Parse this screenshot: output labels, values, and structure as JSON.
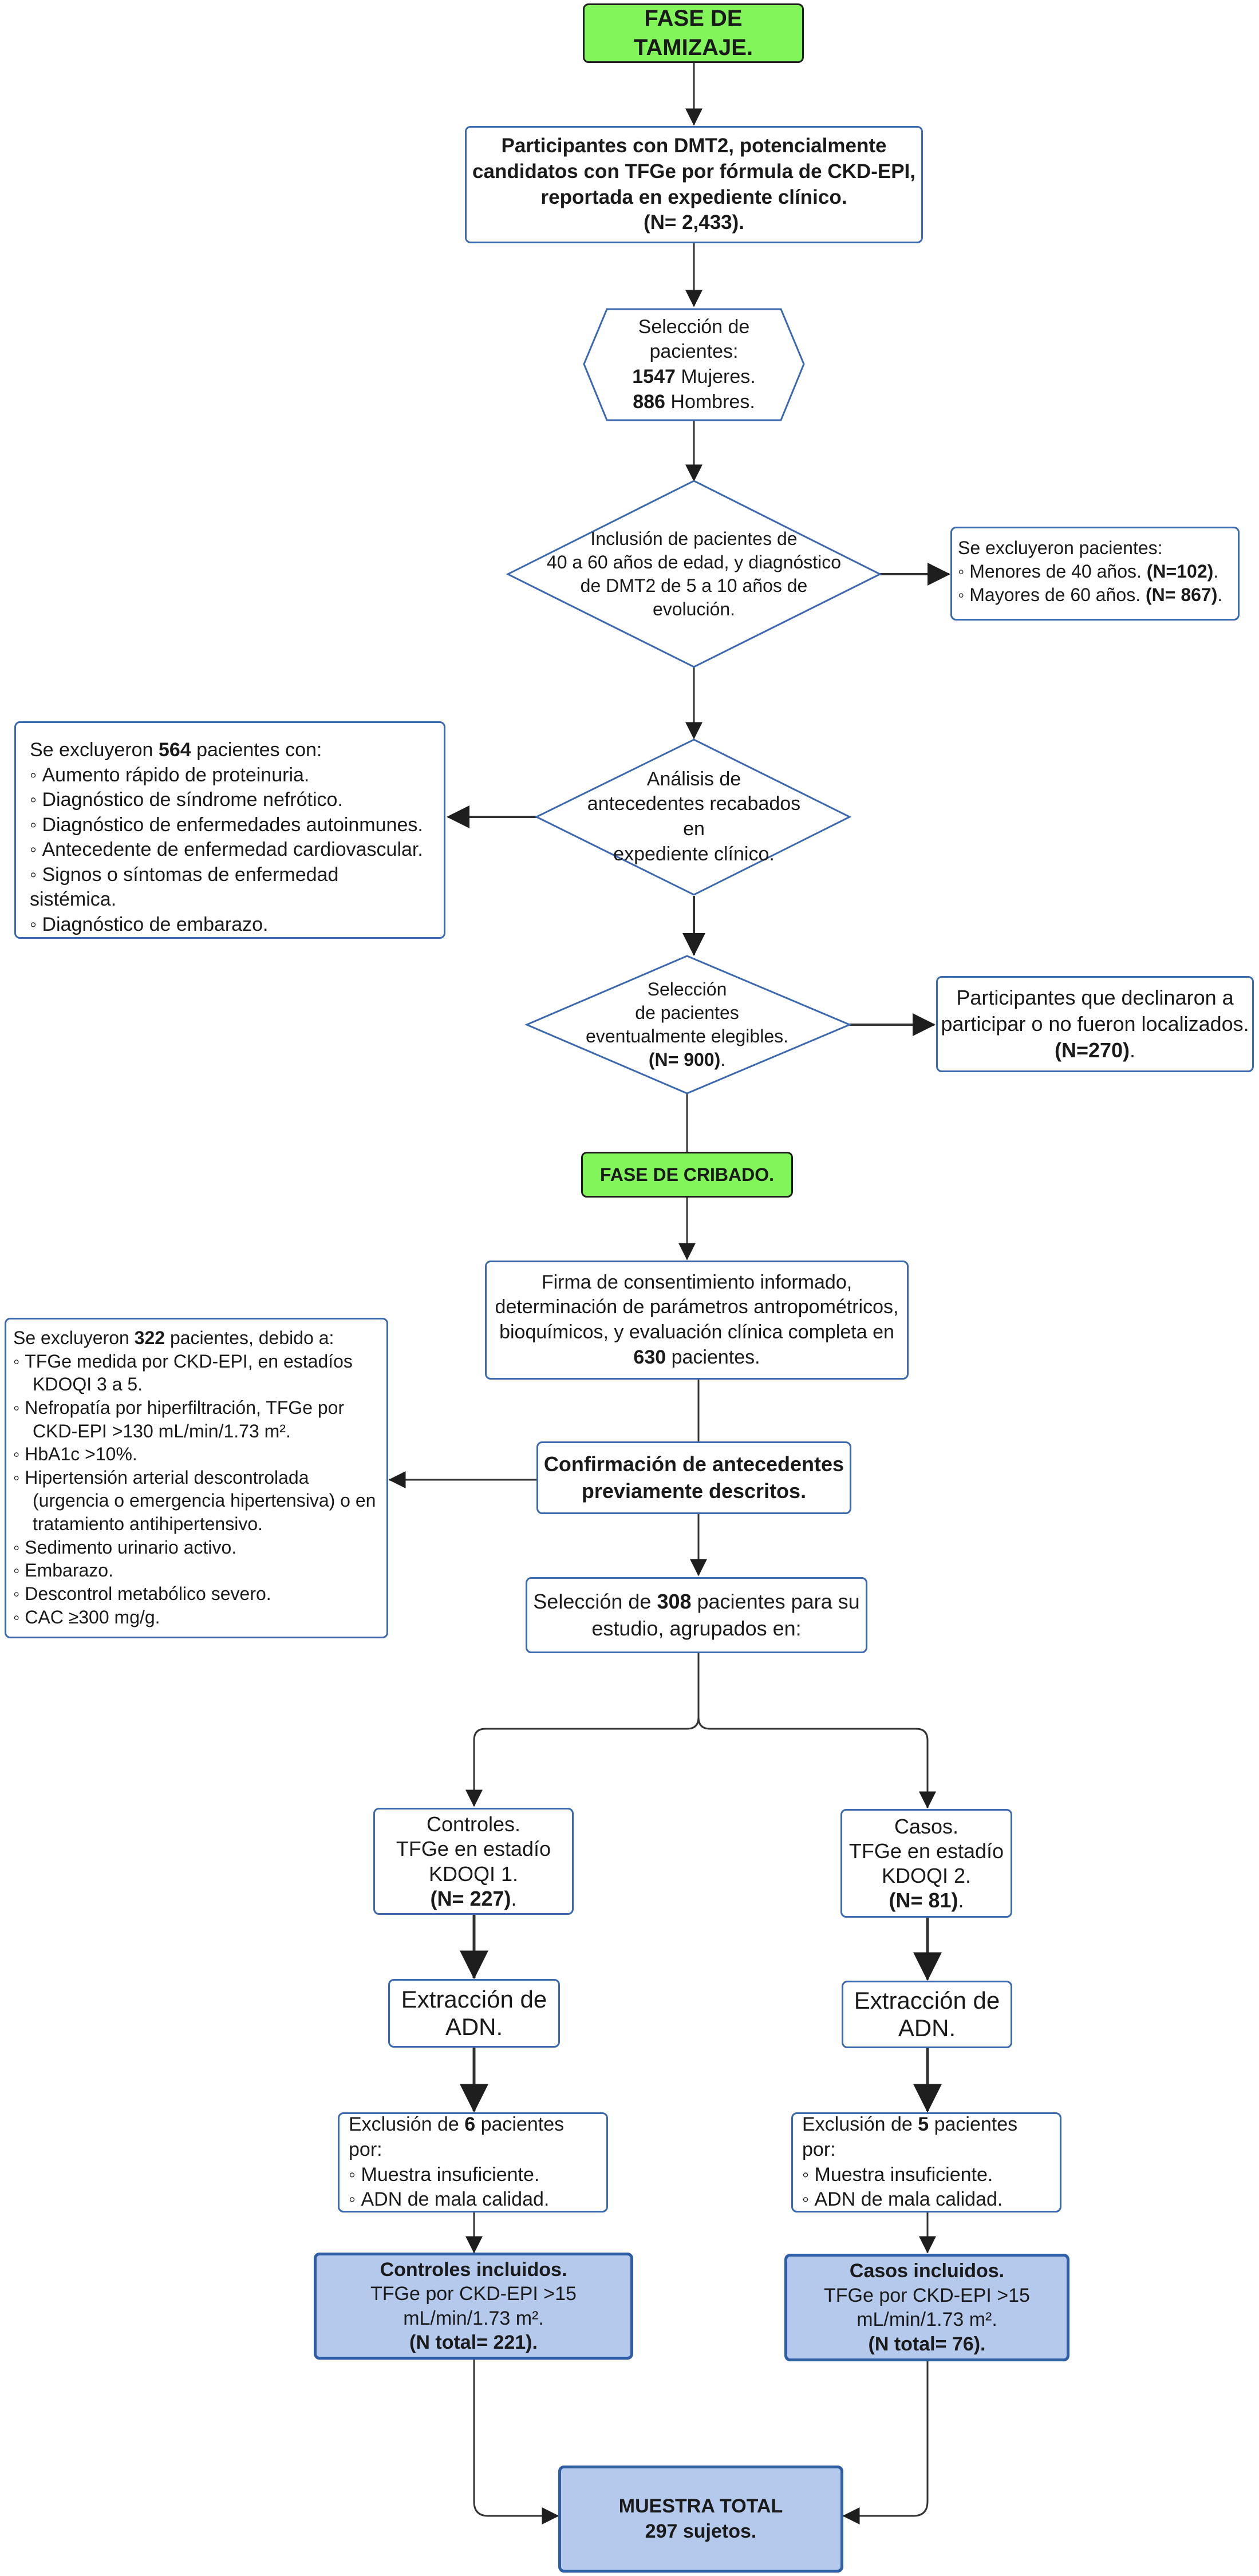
{
  "nodes": {
    "fase_tamizaje": "FASE DE TAMIZAJE.",
    "participantes": [
      "Participantes con DMT2, potencialmente",
      "candidatos con TFGe por fórmula de CKD-EPI,",
      "reportada en expediente clínico.",
      "(N= 2,433)."
    ],
    "seleccion": {
      "l1": "Selección de",
      "l2": "pacientes:",
      "mujeres_n": "1547",
      "mujeres": " Mujeres.",
      "hombres_n": "886",
      "hombres": " Hombres."
    },
    "inclusion": [
      "Inclusión de pacientes de",
      "40 a 60 años de edad, y diagnóstico",
      "de DMT2 de 5 a 10 años de",
      "evolución."
    ],
    "excl_edad": {
      "title": "Se excluyeron pacientes:",
      "i1": "Menores de 40 años. ",
      "i1_n": "(N=102)",
      "i1_end": ".",
      "i2": "Mayores de 60 años. ",
      "i2_n": "(N= 867)",
      "i2_end": "."
    },
    "analisis": [
      "Análisis de",
      "antecedentes recabados en",
      "expediente clínico."
    ],
    "excl_564": {
      "pre": "Se excluyeron ",
      "n": "564",
      "post": " pacientes con:",
      "items": [
        "Aumento rápido de proteinuria.",
        "Diagnóstico de síndrome nefrótico.",
        "Diagnóstico de enfermedades autoinmunes.",
        "Antecedente de enfermedad cardiovascular.",
        "Signos o síntomas de enfermedad sistémica.",
        "Diagnóstico de embarazo."
      ]
    },
    "eventual": {
      "l1": "Selección",
      "l2": "de pacientes",
      "l3": "eventualmente elegibles.",
      "n": "(N= 900)",
      "end": "."
    },
    "declinaron": {
      "l1": "Participantes que declinaron a",
      "l2": "participar o no fueron localizados.",
      "n": "(N=270)",
      "end": "."
    },
    "fase_cribado": "FASE DE CRIBADO.",
    "consentimiento": {
      "l1": "Firma de consentimiento informado,",
      "l2": "determinación de parámetros antropométricos,",
      "l3": "bioquímicos, y evaluación clínica completa en",
      "n": "630",
      "post": " pacientes."
    },
    "excl_322": {
      "pre": "Se excluyeron ",
      "n": "322",
      "post": " pacientes, debido a:",
      "items": [
        "TFGe medida por CKD-EPI, en estadíos KDOQI 3 a 5.",
        "Nefropatía por hiperfiltración, TFGe por CKD-EPI >130 mL/min/1.73 m².",
        "HbA1c >10%.",
        "Hipertensión arterial descontrolada (urgencia o emergencia hipertensiva) o en tratamiento antihipertensivo.",
        "Sedimento urinario activo.",
        "Embarazo.",
        "Descontrol metabólico severo.",
        "CAC ≥300 mg/g."
      ]
    },
    "confirmacion": [
      "Confirmación de antecedentes",
      "previamente descritos."
    ],
    "seleccion_308": {
      "pre": "Selección de ",
      "n": "308",
      "post": " pacientes para su",
      "l2": "estudio, agrupados en:"
    },
    "controles": {
      "l1": "Controles.",
      "l2": "TFGe en estadío",
      "l3": "KDOQI 1.",
      "n": "(N= 227)",
      "end": "."
    },
    "casos": {
      "l1": "Casos.",
      "l2": "TFGe en estadío",
      "l3": "KDOQI 2.",
      "n": "(N= 81)",
      "end": "."
    },
    "adn_left": [
      "Extracción de",
      "ADN."
    ],
    "adn_right": [
      "Extracción de",
      "ADN."
    ],
    "excl_6": {
      "pre": "Exclusión de ",
      "n": "6",
      "post": " pacientes por:",
      "items": [
        "Muestra insuficiente.",
        "ADN de mala calidad."
      ]
    },
    "excl_5": {
      "pre": "Exclusión de ",
      "n": "5",
      "post": " pacientes por:",
      "items": [
        "Muestra insuficiente.",
        "ADN de mala calidad."
      ]
    },
    "controles_incl": {
      "title": "Controles incluidos.",
      "l2": "TFGe por CKD-EPI >15",
      "l3": "mL/min/1.73 m².",
      "n": "(N total= 221)."
    },
    "casos_incl": {
      "title": "Casos incluidos.",
      "l2": "TFGe por CKD-EPI >15",
      "l3": "mL/min/1.73 m².",
      "n": "(N total= 76)."
    },
    "muestra_total": [
      "MUESTRA TOTAL",
      "297 sujetos."
    ]
  },
  "colors": {
    "border": "#3b68ae",
    "green": "#82f55a",
    "blue_fill": "#b4c9eb",
    "blue_border": "#2f5da6",
    "line": "#333333"
  }
}
